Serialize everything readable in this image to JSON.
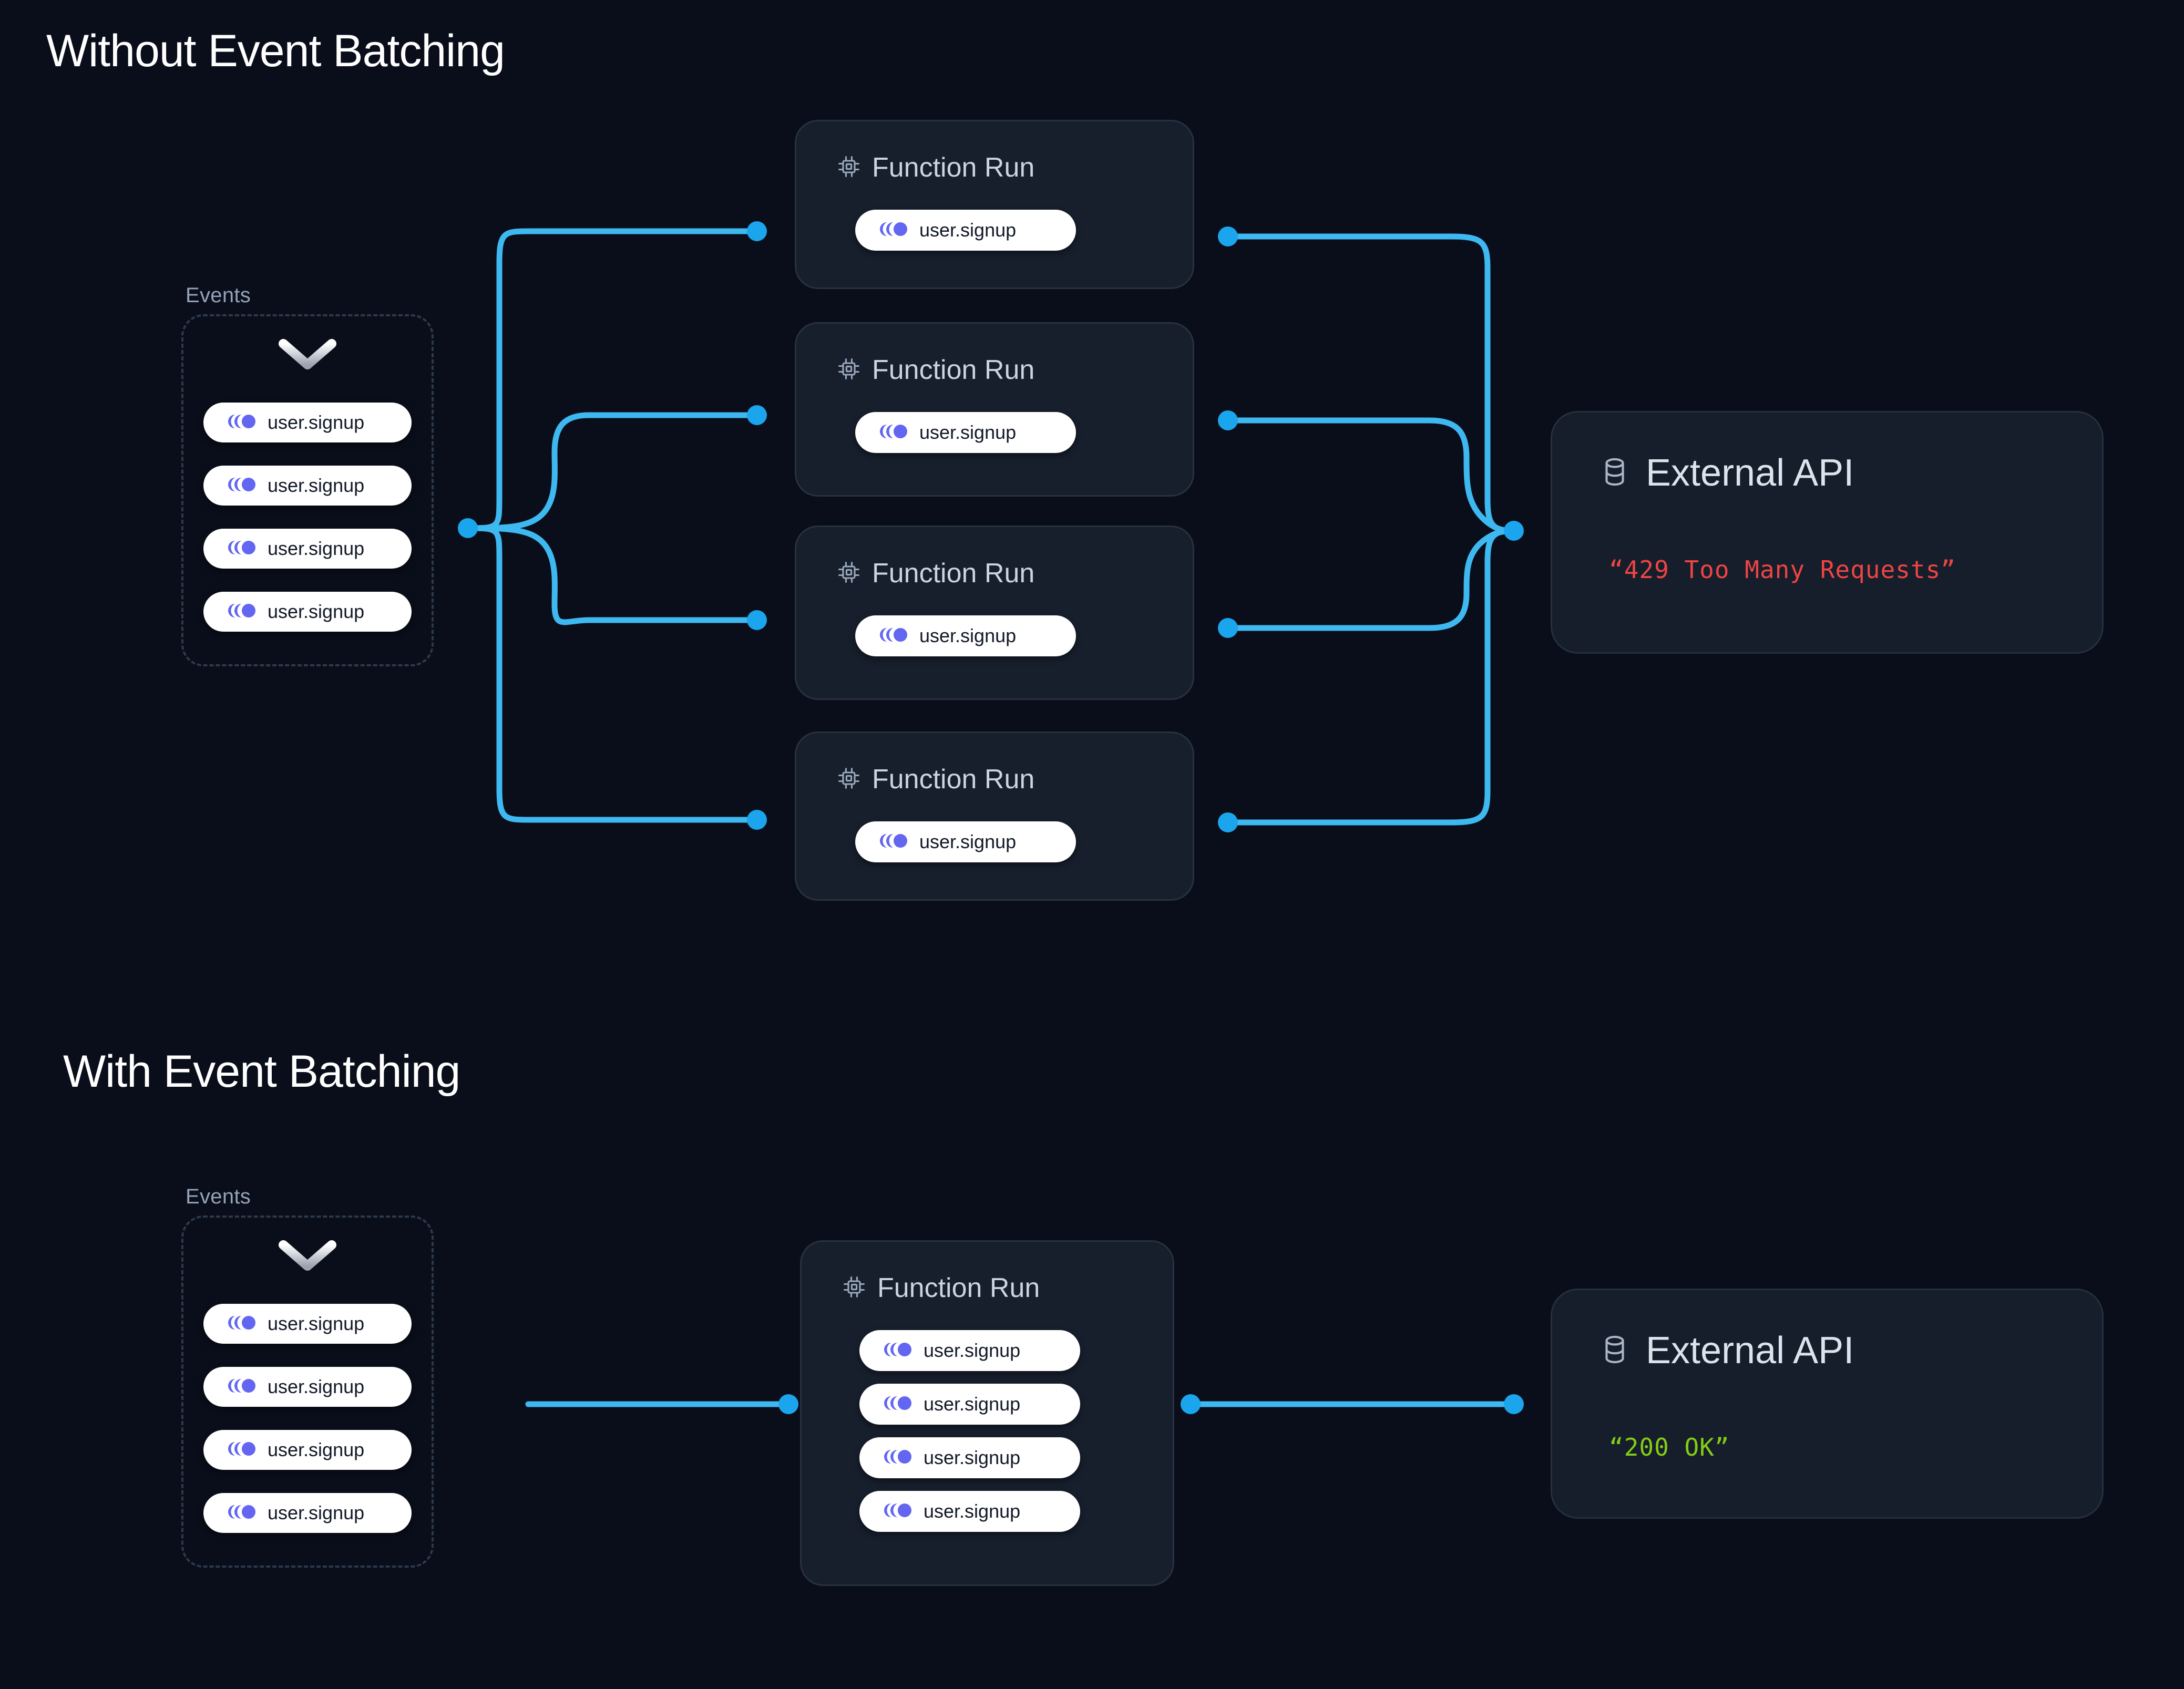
{
  "page": {
    "background": "#0a0e1a",
    "accent_wire": "#3eb8f0",
    "accent_node": "#1ba5ed",
    "event_icon_color": "#6366f1",
    "error_color": "#ef4444",
    "success_color": "#84cc16"
  },
  "sections": [
    {
      "id": "without-batching",
      "title": "Without Event Batching",
      "events": {
        "label": "Events",
        "chevron_icon": "chevron-down-icon",
        "items": [
          {
            "icon": "event-trail-icon",
            "label": "user.signup"
          },
          {
            "icon": "event-trail-icon",
            "label": "user.signup"
          },
          {
            "icon": "event-trail-icon",
            "label": "user.signup"
          },
          {
            "icon": "event-trail-icon",
            "label": "user.signup"
          }
        ]
      },
      "function_runs": [
        {
          "icon": "cpu-chip-icon",
          "title": "Function Run",
          "events": [
            {
              "label": "user.signup"
            }
          ]
        },
        {
          "icon": "cpu-chip-icon",
          "title": "Function Run",
          "events": [
            {
              "label": "user.signup"
            }
          ]
        },
        {
          "icon": "cpu-chip-icon",
          "title": "Function Run",
          "events": [
            {
              "label": "user.signup"
            }
          ]
        },
        {
          "icon": "cpu-chip-icon",
          "title": "Function Run",
          "events": [
            {
              "label": "user.signup"
            }
          ]
        }
      ],
      "external_api": {
        "icon": "database-icon",
        "title": "External API",
        "status_text": "“429 Too Many Requests”",
        "status_color": "#ef4444"
      }
    },
    {
      "id": "with-batching",
      "title": "With Event Batching",
      "events": {
        "label": "Events",
        "chevron_icon": "chevron-down-icon",
        "items": [
          {
            "icon": "event-trail-icon",
            "label": "user.signup"
          },
          {
            "icon": "event-trail-icon",
            "label": "user.signup"
          },
          {
            "icon": "event-trail-icon",
            "label": "user.signup"
          },
          {
            "icon": "event-trail-icon",
            "label": "user.signup"
          }
        ]
      },
      "function_runs": [
        {
          "icon": "cpu-chip-icon",
          "title": "Function Run",
          "events": [
            {
              "label": "user.signup"
            },
            {
              "label": "user.signup"
            },
            {
              "label": "user.signup"
            },
            {
              "label": "user.signup"
            }
          ]
        }
      ],
      "external_api": {
        "icon": "database-icon",
        "title": "External API",
        "status_text": "“200 OK”",
        "status_color": "#84cc16"
      }
    }
  ]
}
